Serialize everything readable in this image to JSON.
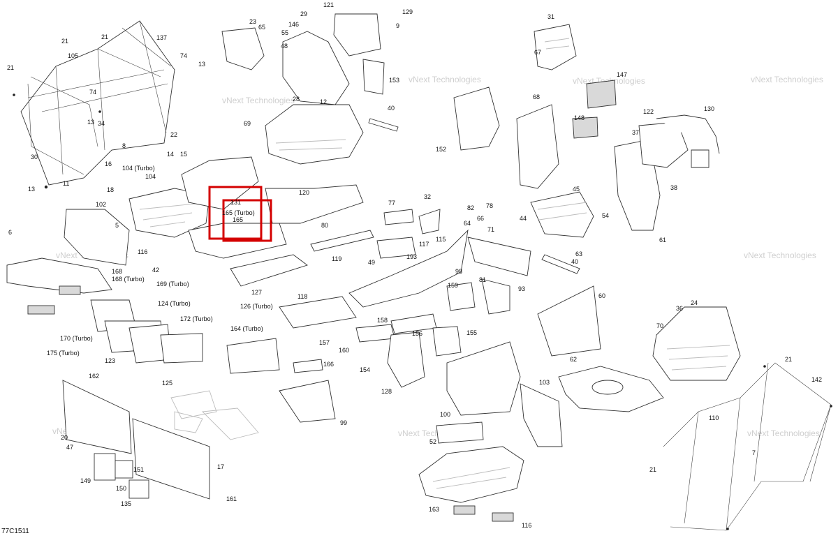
{
  "diagram_code": "77C1511",
  "watermark": "vNext Technologies",
  "highlight_color": "#d40000",
  "callouts": {
    "c21a": "21",
    "c21b": "21",
    "c21c": "21",
    "c21d": "21",
    "c21e": "21",
    "c105": "105",
    "c137": "137",
    "c74a": "74",
    "c74b": "74",
    "c13a": "13",
    "c13b": "13",
    "c13c": "13",
    "c34": "34",
    "c30a": "30",
    "c16": "16",
    "c8": "8",
    "c22": "22",
    "c14": "14",
    "c15a": "15",
    "c11": "11",
    "c6": "6",
    "c104t": "104 (Turbo)",
    "c104": "104",
    "c18a": "18",
    "c102": "102",
    "c5": "5",
    "c116": "116",
    "c42a": "42",
    "c168": "168",
    "c168t": "168 (Turbo)",
    "c170t": "170 (Turbo)",
    "c175t": "175 (Turbo)",
    "c123": "123",
    "c124t": "124 (Turbo)",
    "c172t": "172 (Turbo)",
    "c125": "125",
    "c162": "162",
    "c47": "47",
    "c20a": "20",
    "c149": "149",
    "c150": "150",
    "c151": "151",
    "c135": "135",
    "c161": "161",
    "c17a": "17",
    "c131": "131",
    "c165t": "165 (Turbo)",
    "c165": "165",
    "c169t": "169 (Turbo)",
    "c126t": "126 (Turbo)",
    "c127": "127",
    "c120": "120",
    "c80": "80",
    "c164t": "164 (Turbo)",
    "c99": "99",
    "c118": "118",
    "c65": "65",
    "c55": "55",
    "c48": "48",
    "c23": "23",
    "c146": "146",
    "c29a": "29",
    "c69": "69",
    "c28": "28",
    "c12a": "12",
    "c121": "121",
    "c129": "129",
    "c9": "9",
    "c153": "153",
    "c40a": "40",
    "c77": "77",
    "c32": "32",
    "c82": "82",
    "c64": "64",
    "c117": "117",
    "c193": "193",
    "c115": "115",
    "c119": "119",
    "c49": "49",
    "c98": "98",
    "c81": "81",
    "c93": "93",
    "c159": "159",
    "c158": "158",
    "c156": "156",
    "c157": "157",
    "c160": "160",
    "c155": "155",
    "c166": "166",
    "c154": "154",
    "c128": "128",
    "c100": "100",
    "c52": "52",
    "c163": "163",
    "c116b": "116",
    "c103": "103",
    "c62": "62",
    "c60": "60",
    "c152": "152",
    "c68": "68",
    "c66": "66",
    "c71": "71",
    "c78": "78",
    "c44": "44",
    "c63": "63",
    "c40b": "40",
    "c45": "45",
    "c54": "54",
    "c61": "61",
    "c67": "67",
    "c31": "31",
    "c147": "147",
    "c148": "148",
    "c122": "122",
    "c37": "37",
    "c130": "130",
    "c38": "38",
    "c70": "70",
    "c36": "36",
    "c24": "24",
    "c142": "142",
    "c110": "110",
    "c7": "7"
  }
}
